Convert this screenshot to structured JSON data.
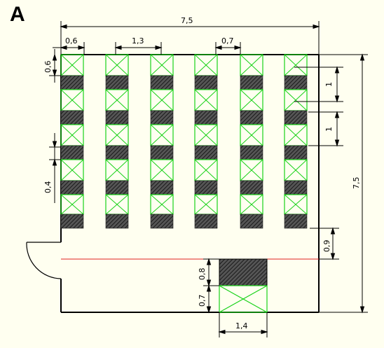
{
  "panel_label": "A",
  "dimensions": {
    "width_total": "7,5",
    "height_total": "7,5",
    "aisle_left": "0,6",
    "aisle_between": "1,3",
    "shelf_width": "0,7",
    "shelf_depth_top": "0,6",
    "gap_1a": "1",
    "gap_1b": "1",
    "cell_04": "0,4",
    "corridor_09": "0,9",
    "dim_08": "0,8",
    "dim_07": "0,7",
    "dim_14": "1,4"
  },
  "colors": {
    "background": "#FFFFF0",
    "rack_green": "#19D219",
    "hatch_fill": "#2E2E2E",
    "corridor_line": "#E02020",
    "lines": "#000000"
  }
}
